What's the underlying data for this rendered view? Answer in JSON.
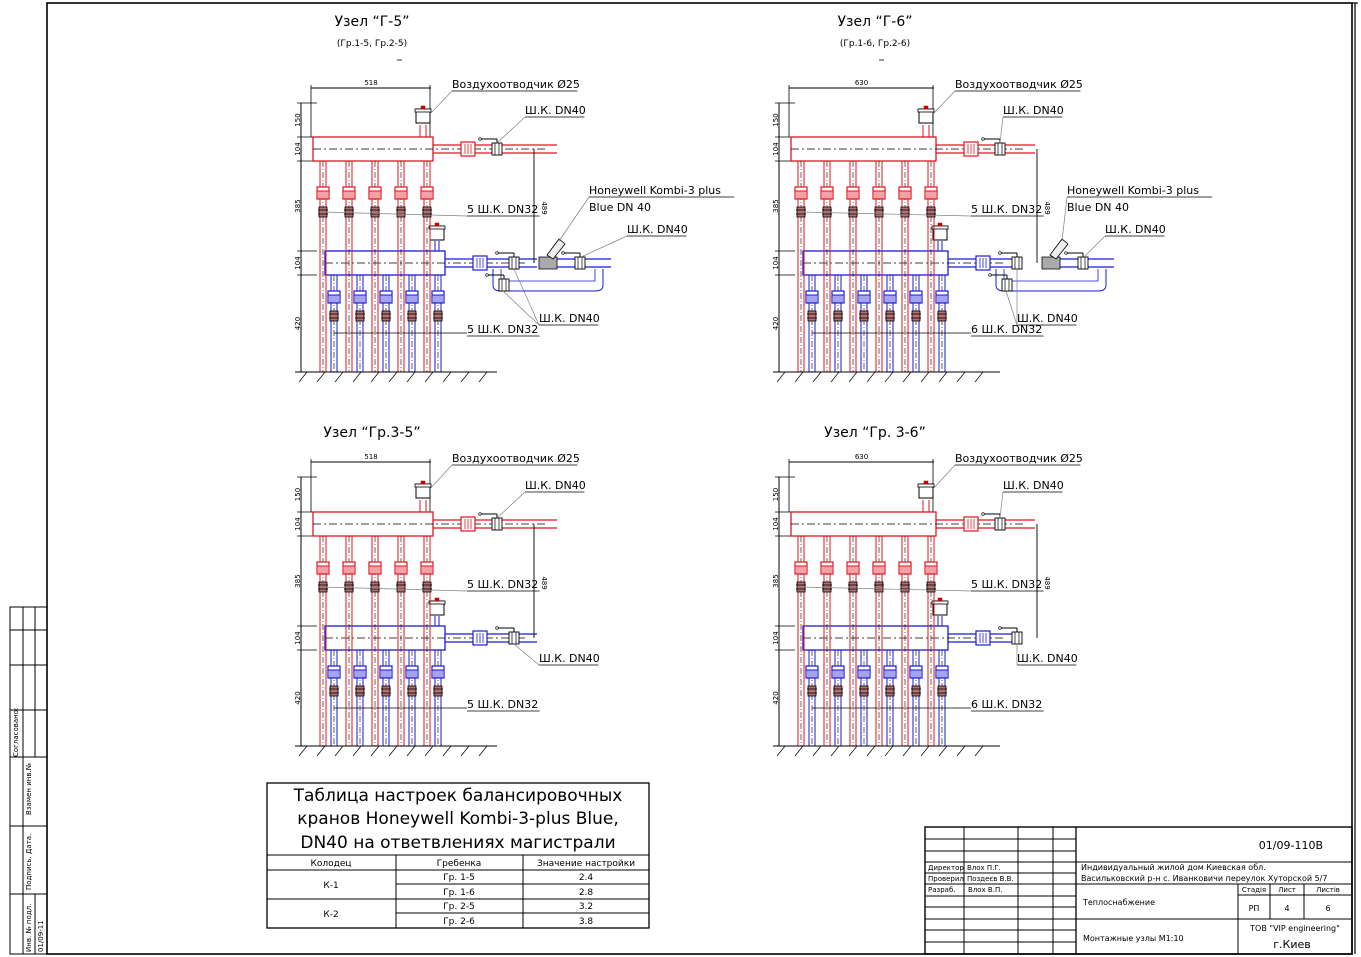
{
  "sheet": {
    "colors": {
      "supply": "#e0141e",
      "return": "#1a1ad8",
      "line": "#000000",
      "leader": "#808080",
      "valve": "#8a2a2a"
    }
  },
  "nodes": [
    {
      "title": "Узел “Г-5”",
      "subtitle": "(Гр.1-5, Гр.2-5)",
      "width_dim": "518",
      "dims_vertical": [
        "150",
        "104",
        "385",
        "104",
        "420"
      ],
      "dim_489": "489",
      "air_vent": "Воздухоотводчик Ø25",
      "valve_top": "Ш.К. DN40",
      "balancing_1": "Honeywell Kombi-3 plus",
      "balancing_2": "Blue DN 40",
      "valve_bypass": "Ш.К. DN40",
      "valve_return": "Ш.К. DN40",
      "supply_valves": "5 Ш.К. DN32",
      "return_valves": "5 Ш.К. DN32",
      "outlets": 5,
      "has_balancing": true
    },
    {
      "title": "Узел “Г-6”",
      "subtitle": "(Гр.1-6, Гр.2-6)",
      "width_dim": "630",
      "dims_vertical": [
        "150",
        "104",
        "385",
        "104",
        "420"
      ],
      "dim_489": "489",
      "air_vent": "Воздухоотводчик Ø25",
      "valve_top": "Ш.К. DN40",
      "balancing_1": "Honeywell Kombi-3 plus",
      "balancing_2": "Blue DN 40",
      "valve_bypass": "Ш.К. DN40",
      "valve_return": "Ш.К. DN40",
      "supply_valves": "5 Ш.К. DN32",
      "return_valves": "6 Ш.К. DN32",
      "outlets": 6,
      "has_balancing": true
    },
    {
      "title": "Узел “Гр.3-5”",
      "subtitle": "",
      "width_dim": "518",
      "dims_vertical": [
        "150",
        "104",
        "385",
        "104",
        "420"
      ],
      "dim_489": "489",
      "air_vent": "Воздухоотводчик Ø25",
      "valve_top": "Ш.К. DN40",
      "valve_return": "Ш.К. DN40",
      "supply_valves": "5 Ш.К. DN32",
      "return_valves": "5 Ш.К. DN32",
      "outlets": 5,
      "has_balancing": false
    },
    {
      "title": "Узел “Гр. 3-6”",
      "subtitle": "",
      "width_dim": "630",
      "dims_vertical": [
        "150",
        "104",
        "385",
        "104",
        "420"
      ],
      "dim_489": "489",
      "air_vent": "Воздухоотводчик Ø25",
      "valve_top": "Ш.К. DN40",
      "valve_return": "Ш.К. DN40",
      "supply_valves": "5 Ш.К. DN32",
      "return_valves": "6 Ш.К. DN32",
      "outlets": 6,
      "has_balancing": false
    }
  ],
  "settings_table": {
    "title_lines": [
      "Таблица настроек балансировочных",
      "кранов Honeywell Kombi-3-plus Blue,",
      "DN40 на ответвлениях магистрали"
    ],
    "headers": [
      "Колодец",
      "Гребенка",
      "Значение настройки"
    ],
    "groups": [
      {
        "well": "К-1",
        "rows": [
          {
            "manifold": "Гр. 1-5",
            "value": "2.4"
          },
          {
            "manifold": "Гр. 1-6",
            "value": "2.8"
          }
        ]
      },
      {
        "well": "К-2",
        "rows": [
          {
            "manifold": "Гр. 2-5",
            "value": "3.2"
          },
          {
            "manifold": "Гр. 2-6",
            "value": "3.8"
          }
        ]
      }
    ]
  },
  "title_block": {
    "doc_code": "01/09-110В",
    "project_line1": "Индивидуальный жилой дом   Киевская обл.",
    "project_line2": "Васильковский р-н  с. Иванковичи переулок Хуторской 5/7",
    "section": "Теплоснабжение",
    "sheet_title": "Монтажные узлы М1:10",
    "stage_label": "Стадія",
    "sheet_label": "Лист",
    "sheets_label": "Листів",
    "stage": "РП",
    "sheet": "4",
    "sheets": "6",
    "company": "ТОВ \"VIP engineering\"",
    "city": "г.Киев",
    "roles": [
      {
        "role": "Директор",
        "name": "Влох П.Г."
      },
      {
        "role": "Проверил",
        "name": "Поздеєв В.В."
      },
      {
        "role": "Разраб.",
        "name": "Влох В.П."
      }
    ]
  },
  "side_stamp": {
    "agreed": "Согласовано:",
    "replaces": "Взамен инв.№",
    "signature_date": "Подпись. Дата.",
    "inv_no": "Инв. № подл.",
    "inv_value": "01/09-11"
  }
}
